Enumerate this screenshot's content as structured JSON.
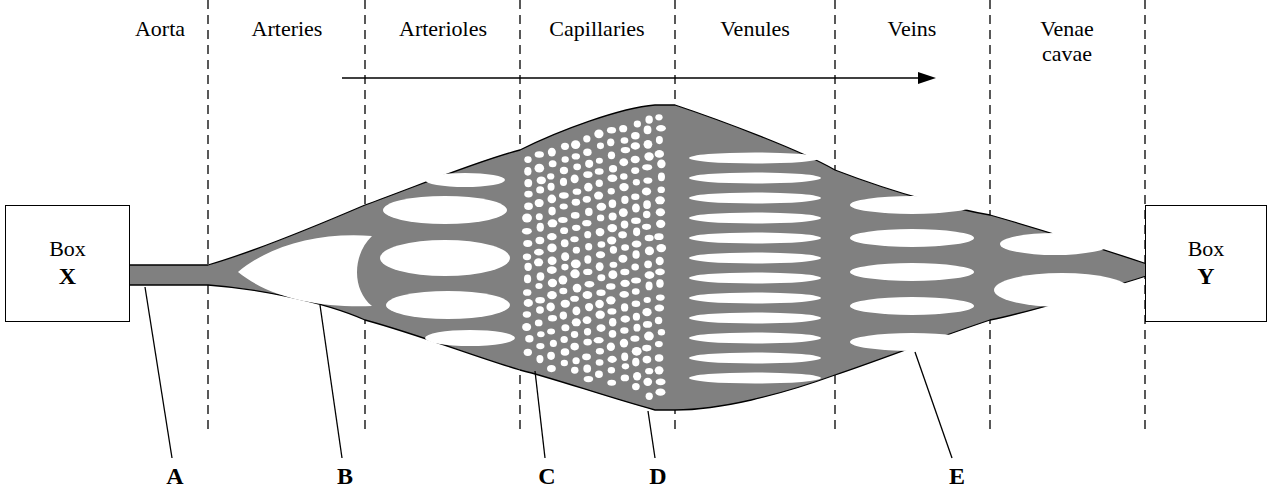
{
  "diagram": {
    "nodes": [
      {
        "text": [
          "Box",
          "X"
        ]
      },
      {
        "text": [
          "Box",
          "Y"
        ]
      }
    ],
    "labels": [
      "Aorta",
      "Arteries",
      "Arterioles",
      "Capillaries",
      "Venules",
      "Veins",
      "Venae cavae",
      "A",
      "B",
      "C",
      "D",
      "E"
    ]
  }
}
